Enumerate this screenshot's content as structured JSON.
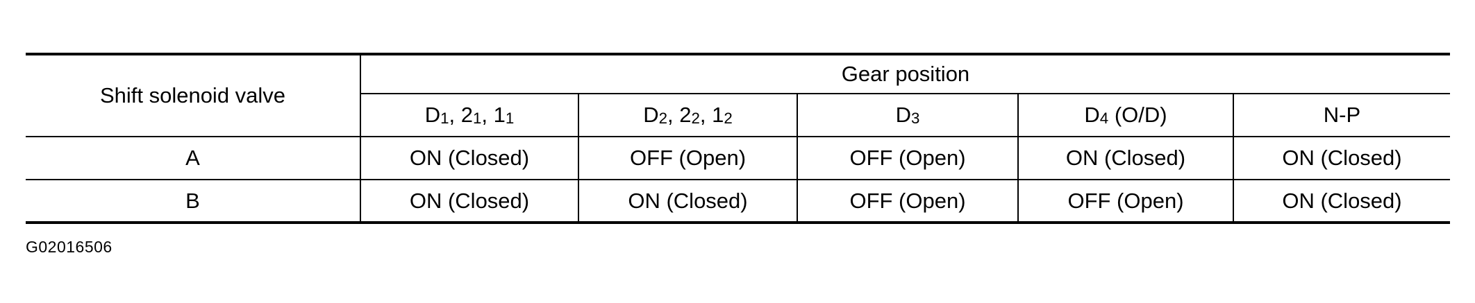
{
  "table": {
    "corner_header": "Shift solenoid valve",
    "group_header": "Gear position",
    "positions": [
      {
        "base": [
          "D",
          ", 2",
          ", 1"
        ],
        "subs": [
          "1",
          "1",
          "1"
        ]
      },
      {
        "base": [
          "D",
          ", 2",
          ", 1"
        ],
        "subs": [
          "2",
          "2",
          "2"
        ]
      },
      {
        "base": [
          "D"
        ],
        "subs": [
          "3"
        ]
      },
      {
        "base": [
          "D",
          " (O/D)"
        ],
        "subs": [
          "4",
          ""
        ]
      },
      {
        "base": [
          "N-P"
        ],
        "subs": [
          ""
        ]
      }
    ],
    "rows": [
      {
        "valve": "A",
        "states": [
          "ON (Closed)",
          "OFF (Open)",
          "OFF (Open)",
          "ON (Closed)",
          "ON (Closed)"
        ]
      },
      {
        "valve": "B",
        "states": [
          "ON (Closed)",
          "ON (Closed)",
          "OFF (Open)",
          "OFF (Open)",
          "ON (Closed)"
        ]
      }
    ]
  },
  "figure_code": "G02016506"
}
